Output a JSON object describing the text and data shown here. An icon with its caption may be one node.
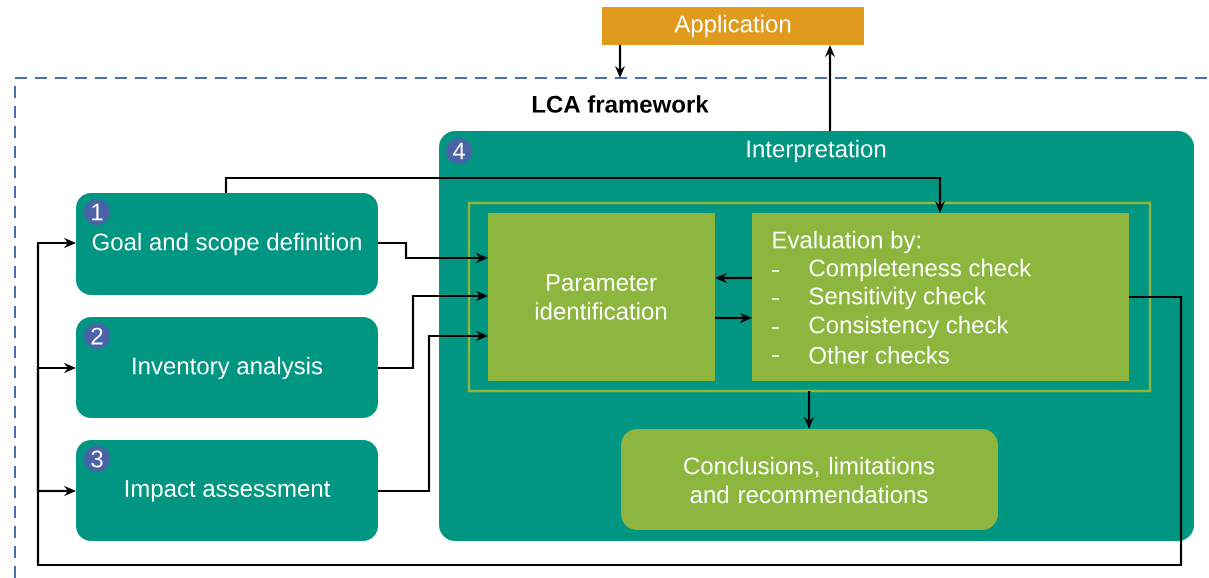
{
  "diagram": {
    "nodes": [
      {
        "text": [
          "Application"
        ]
      },
      {
        "text": [
          "LCA framework"
        ]
      },
      {
        "text": [
          "1",
          "Goal and scope definition"
        ],
        "in": 1
      },
      {
        "text": [
          "2",
          "Inventory analysis"
        ],
        "in": 1
      },
      {
        "text": [
          "3",
          "Impact assessment"
        ],
        "in": 1
      },
      {
        "text": [
          "4",
          "Interpretation"
        ],
        "in": 1
      },
      {
        "text": [],
        "shape": "box",
        "in": 5
      },
      {
        "text": [
          "Parameter identification"
        ],
        "in": 6
      },
      {
        "text": [
          "Evaluation by:",
          "Completeness check",
          "Sensitivity check",
          "Consistency check",
          "Other checks"
        ],
        "in": 6
      },
      {
        "text": [
          "Conclusions, limitations and recommendations"
        ],
        "in": 5
      }
    ],
    "edges": [
      {
        "from": 0,
        "to": 1,
        "arrow": "to"
      },
      {
        "from": 5,
        "to": 0,
        "arrow": "to"
      },
      {
        "from": 2,
        "to": 8,
        "arrow": "to"
      },
      {
        "from": 2,
        "to": 7,
        "arrow": "to"
      },
      {
        "from": 3,
        "to": 7,
        "arrow": "to"
      },
      {
        "from": 4,
        "to": 7,
        "arrow": "to"
      },
      {
        "from": 8,
        "to": 7,
        "arrow": "to"
      },
      {
        "from": 7,
        "to": 8,
        "arrow": "to"
      },
      {
        "from": 6,
        "to": 9,
        "arrow": "to"
      },
      {
        "from": 8,
        "to": 2,
        "arrow": "to"
      },
      {
        "from": 8,
        "to": 3,
        "arrow": "to"
      },
      {
        "from": 8,
        "to": 4,
        "arrow": "to"
      }
    ]
  }
}
